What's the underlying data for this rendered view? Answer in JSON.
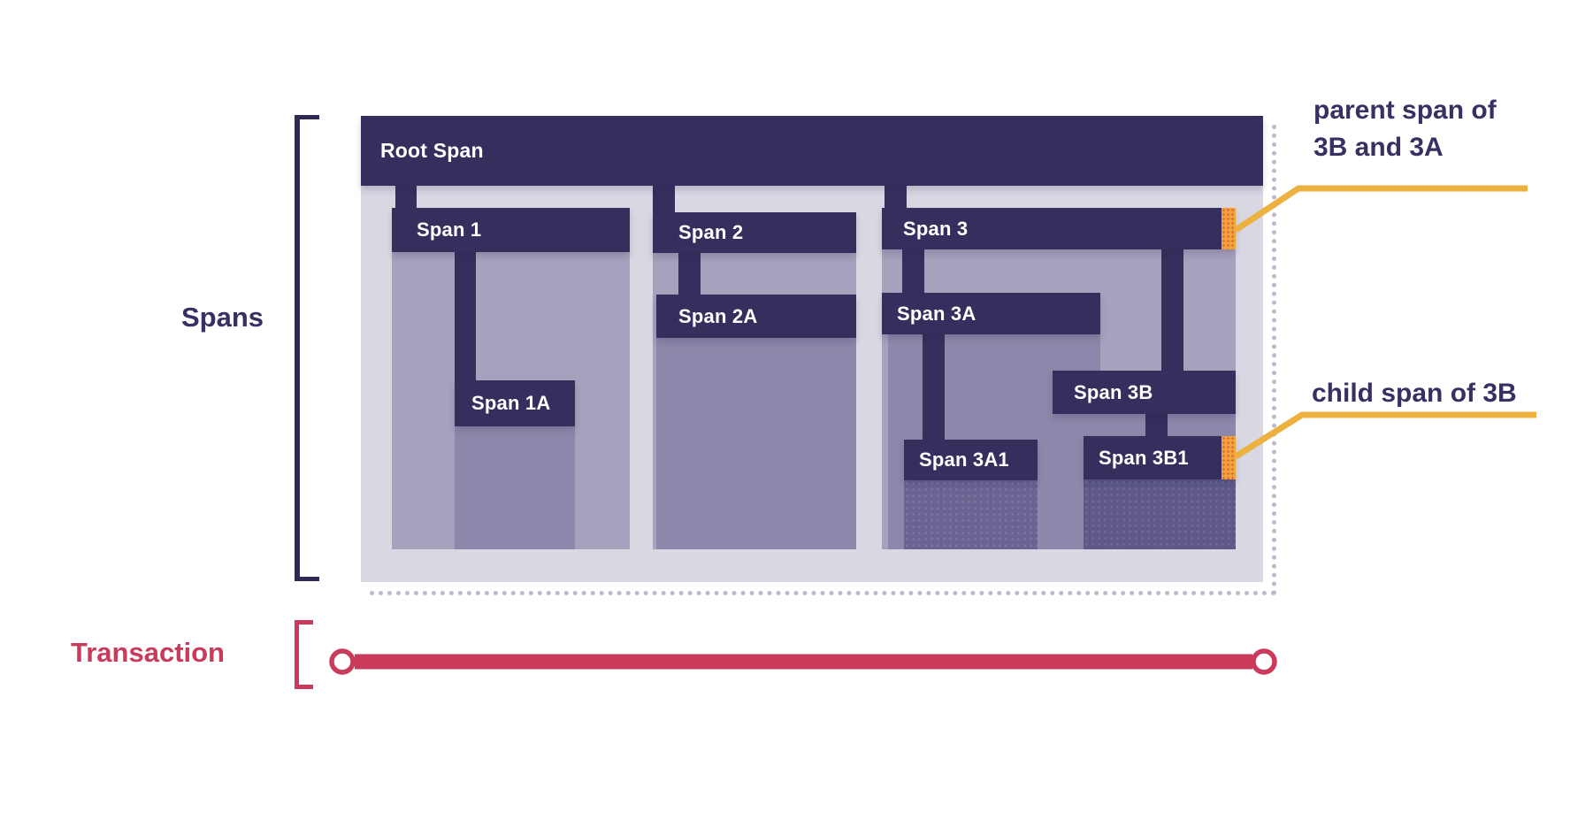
{
  "side_labels": {
    "spans": "Spans",
    "transaction": "Transaction"
  },
  "trace": {
    "root": {
      "label": "Root Span"
    },
    "span1": {
      "label": "Span 1"
    },
    "span1a": {
      "label": "Span 1A"
    },
    "span2": {
      "label": "Span 2"
    },
    "span2a": {
      "label": "Span 2A"
    },
    "span3": {
      "label": "Span 3"
    },
    "span3a": {
      "label": "Span 3A"
    },
    "span3a1": {
      "label": "Span 3A1"
    },
    "span3b": {
      "label": "Span 3B"
    },
    "span3b1": {
      "label": "Span 3B1"
    }
  },
  "callouts": {
    "parent": {
      "line1": "parent span of",
      "line2": "3B and 3A"
    },
    "child": {
      "line1": "child span of 3B"
    }
  },
  "colors": {
    "bar": "#362e5d",
    "container": "#d8d7e2",
    "region_l1": "#a6a1bc",
    "region_l2": "#8d88ab",
    "region_3a1": "#6b6492",
    "region_3b1": "#5e5987",
    "marker_orange": "#f2a33c",
    "callout_yellow": "#ecb13e",
    "transaction_red": "#c93a5b",
    "label_dark": "#383063"
  }
}
